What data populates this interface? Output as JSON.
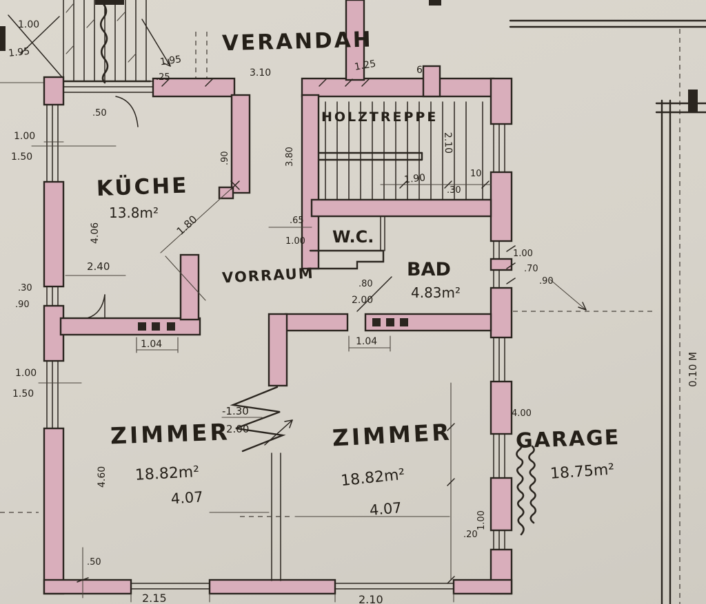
{
  "page": {
    "background": "#d7d3ca",
    "ink": "#2a251f",
    "wall_fill": "#d9aebb",
    "type": "hand-drawn floor plan (scanned)"
  },
  "rooms": {
    "verandah": {
      "label": "VERANDAH"
    },
    "stairs": {
      "label": "HOLZTREPPE"
    },
    "kitchen": {
      "label": "KÜCHE",
      "area": "13.8m²"
    },
    "wc": {
      "label": "W.C."
    },
    "hall": {
      "label": "VORRAUM"
    },
    "bath": {
      "label": "BAD",
      "area": "4.83m²"
    },
    "room_left": {
      "label": "ZIMMER",
      "area": "18.82m²",
      "width": "4.07"
    },
    "room_right": {
      "label": "ZIMMER",
      "area": "18.82m²",
      "width": "4.07"
    },
    "garage": {
      "label": "GARAGE",
      "area": "18.75m²"
    }
  },
  "dims": {
    "tl_a": "1.00",
    "tl_b": "1.95",
    "steps_w": "1.95",
    "steps_r": ".25",
    "steps_d": ".50",
    "veranda_w": "3.10",
    "veranda_t": "1.25",
    "pier": "6",
    "stairs_len": "2.10",
    "stairs_a": "1.90",
    "stairs_b": ".30",
    "stairs_c": "10",
    "jog_a": ".90",
    "jog_b": "3.80",
    "k_vert": "4.06",
    "k_diag": "1.80",
    "k_w": "2.40",
    "lw1_a": "1.00",
    "lw1_b": "1.50",
    "lw2_a": ".30",
    "lw2_b": ".90",
    "lw3_a": "1.00",
    "lw3_b": "1.50",
    "wc_a": ".65",
    "wc_b": "1.00",
    "bath_a": ".80",
    "bath_b": "2.00",
    "br_a": "1.00",
    "br_b": ".70",
    "br_c": ".90",
    "door_l": "1.04",
    "door_r": "1.04",
    "part_a": "-1.30",
    "part_b": "2.00",
    "rl_h": "4.60",
    "rr_a": "1.00",
    "rr_b": ".20",
    "g_a": "4.00",
    "bw_a": ".50",
    "bw_b": "2.15",
    "bw_c": "2.10"
  },
  "notes": {
    "right_margin": "0.10 M",
    "garage_note": "illegible vertical handwriting"
  }
}
